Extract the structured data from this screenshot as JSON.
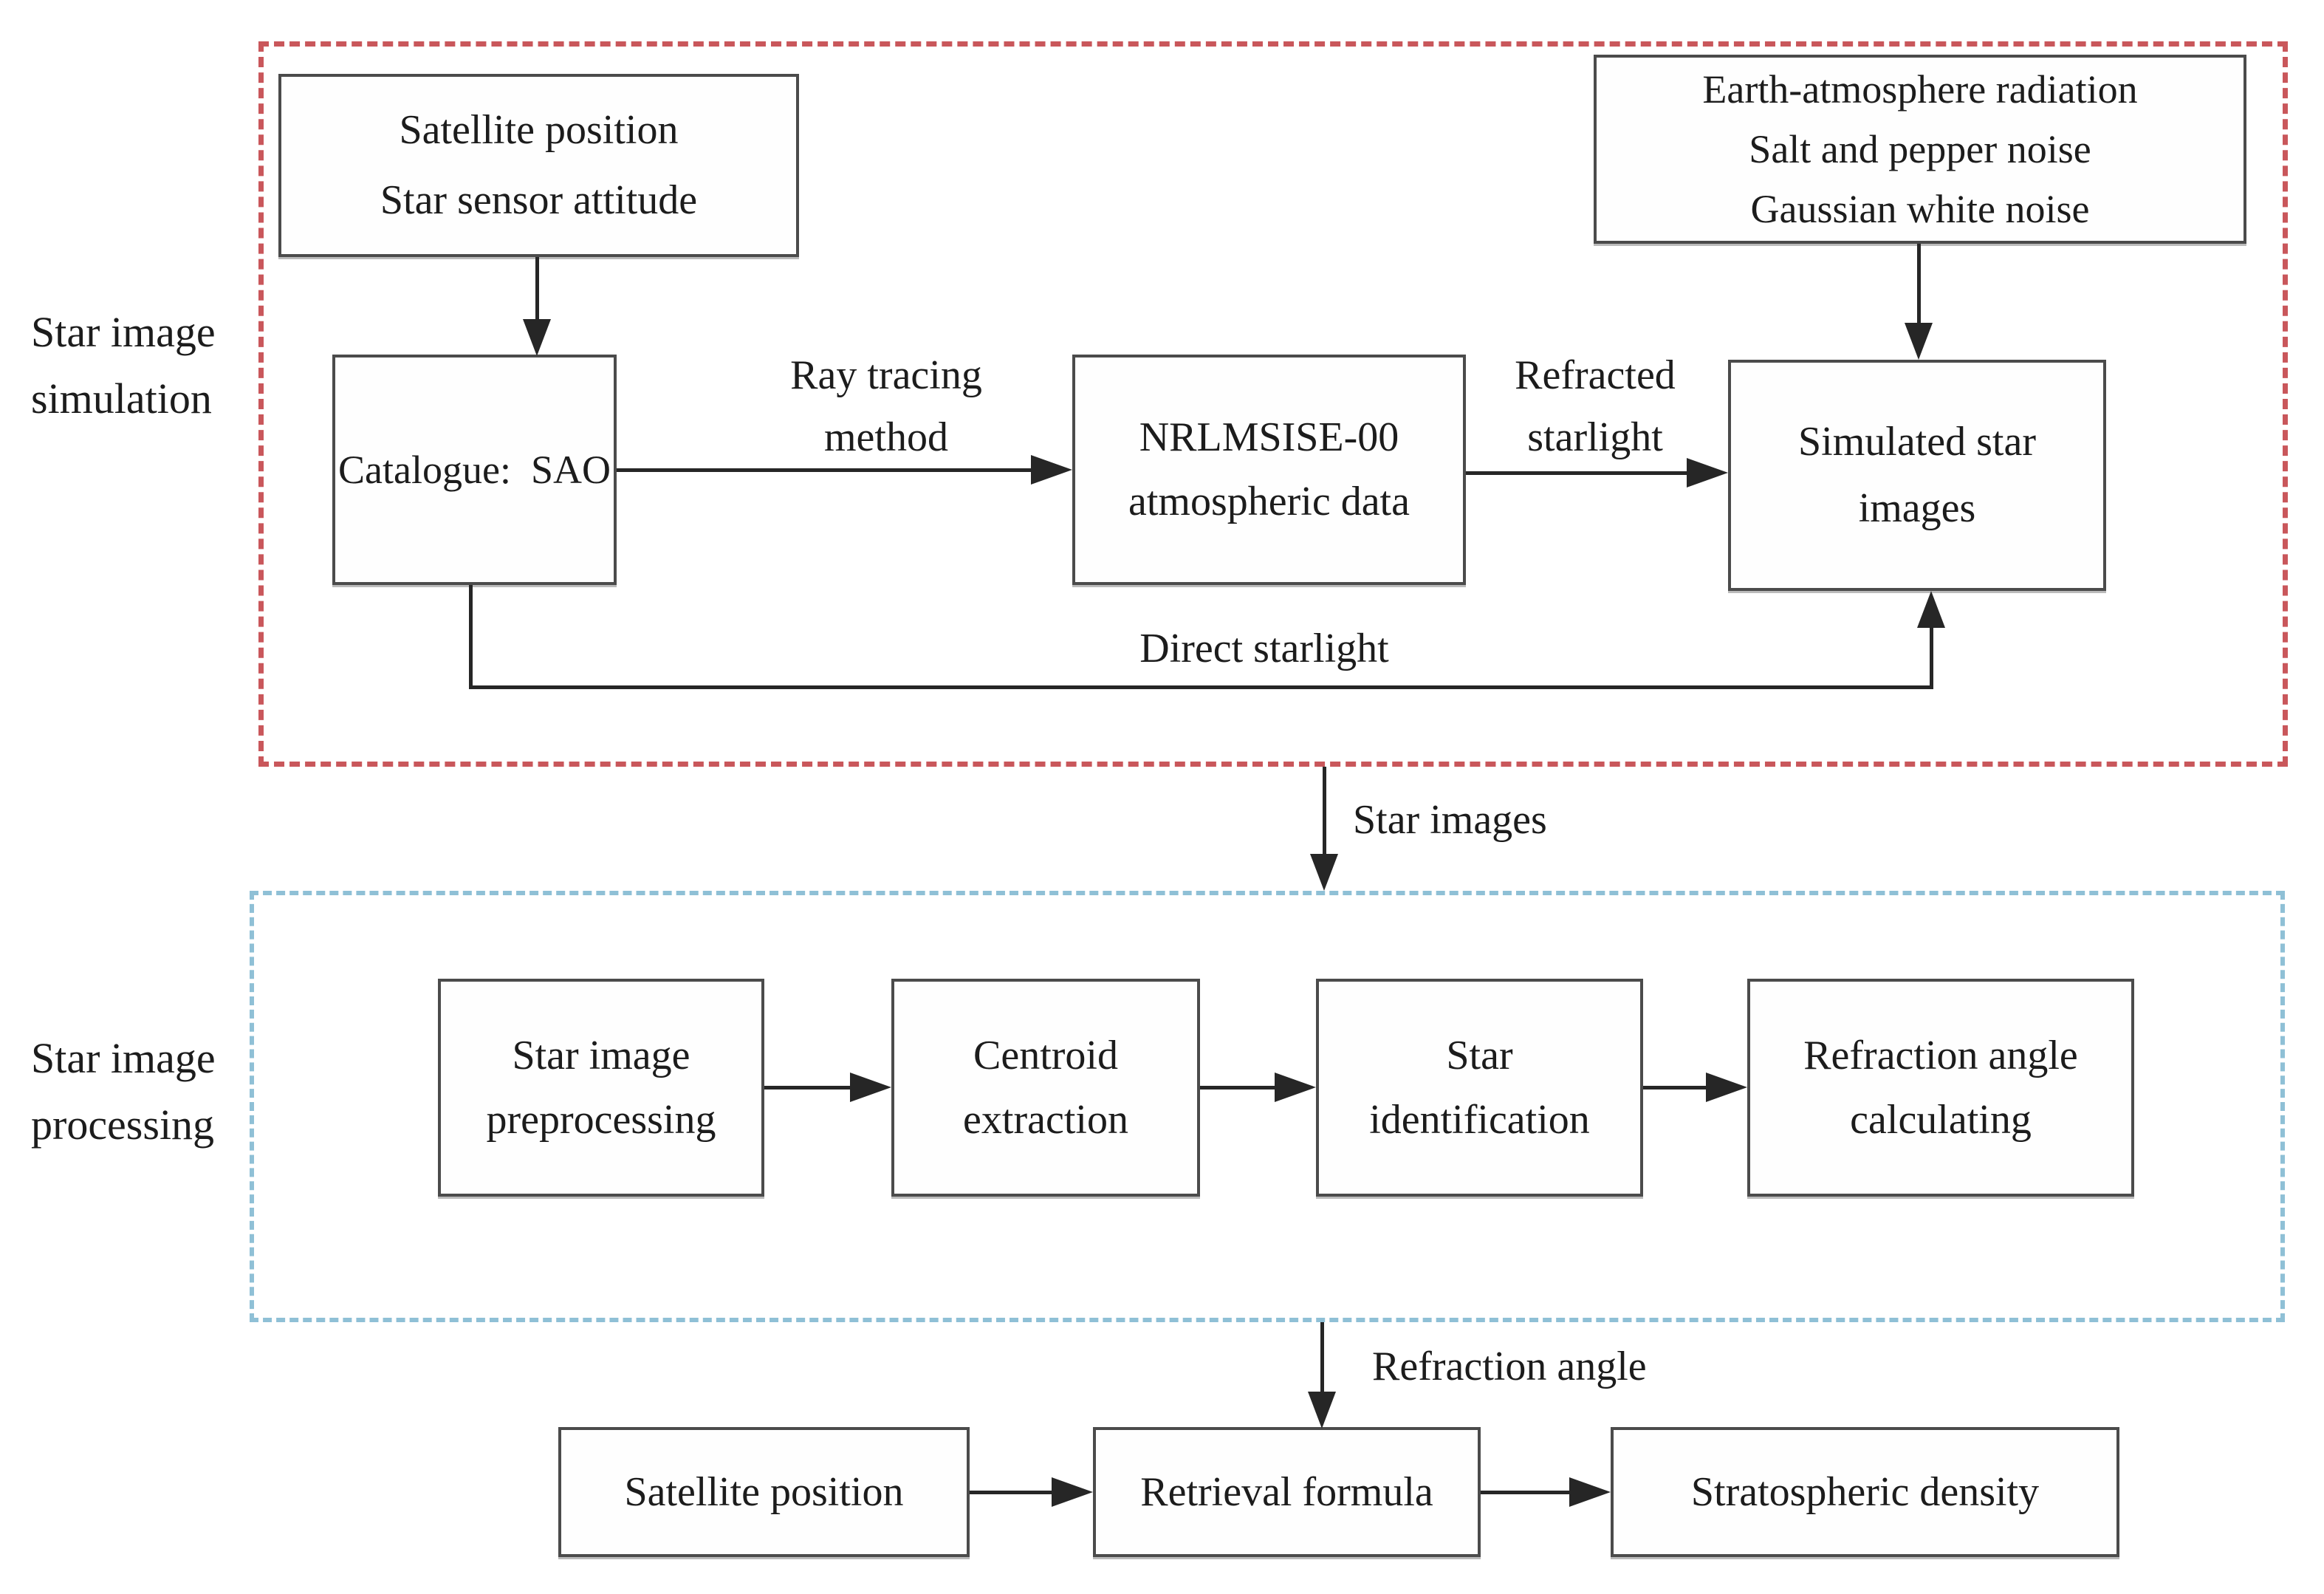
{
  "colors": {
    "simulation_region_border": "#c9575b",
    "processing_region_border": "#8fc0d6",
    "box_border": "#4b4b4b",
    "arrow": "#262626"
  },
  "sections": {
    "simulation": {
      "label_lines": [
        "Star image",
        "simulation"
      ]
    },
    "processing": {
      "label_lines": [
        "Star image",
        "processing"
      ]
    }
  },
  "boxes": {
    "satellite_attitude": {
      "lines": [
        "Satellite position",
        "Star sensor attitude"
      ]
    },
    "noise_sources": {
      "lines": [
        "Earth-atmosphere radiation",
        "Salt and pepper noise",
        "Gaussian white noise"
      ]
    },
    "catalogue": {
      "label": "Catalogue:  SAO"
    },
    "nrlmsise": {
      "lines": [
        "NRLMSISE-00",
        "atmospheric data"
      ]
    },
    "simulated_images": {
      "lines": [
        "Simulated star",
        "images"
      ]
    },
    "preprocessing": {
      "lines": [
        "Star image",
        "preprocessing"
      ]
    },
    "centroid": {
      "lines": [
        "Centroid",
        "extraction"
      ]
    },
    "identification": {
      "lines": [
        "Star",
        "identification"
      ]
    },
    "refraction_calculating": {
      "lines": [
        "Refraction angle",
        "calculating"
      ]
    },
    "satellite_position": {
      "label": "Satellite position"
    },
    "retrieval_formula": {
      "label": "Retrieval formula"
    },
    "stratospheric_density": {
      "label": "Stratospheric density"
    }
  },
  "edge_labels": {
    "ray_tracing": {
      "lines": [
        "Ray tracing",
        "method"
      ]
    },
    "refracted_starlight": {
      "lines": [
        "Refracted",
        "starlight"
      ]
    },
    "direct_starlight": "Direct starlight",
    "star_images": "Star images",
    "refraction_angle": "Refraction angle"
  }
}
